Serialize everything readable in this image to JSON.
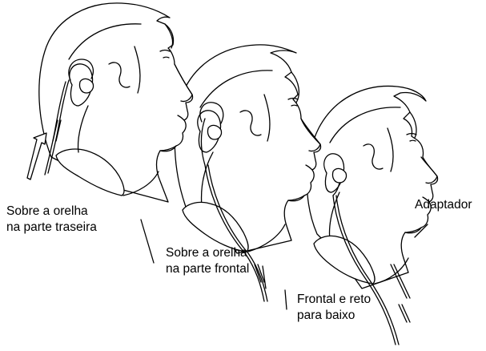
{
  "labels": {
    "behind_ear_back": [
      "Sobre a orelha",
      "na parte traseira"
    ],
    "behind_ear_front": [
      "Sobre a orelha",
      "na parte frontal"
    ],
    "straight_down": [
      "Frontal e reto",
      "para baixo"
    ],
    "adapter": "Adaptador"
  },
  "colors": {
    "line": "#000000",
    "background": "#ffffff"
  }
}
